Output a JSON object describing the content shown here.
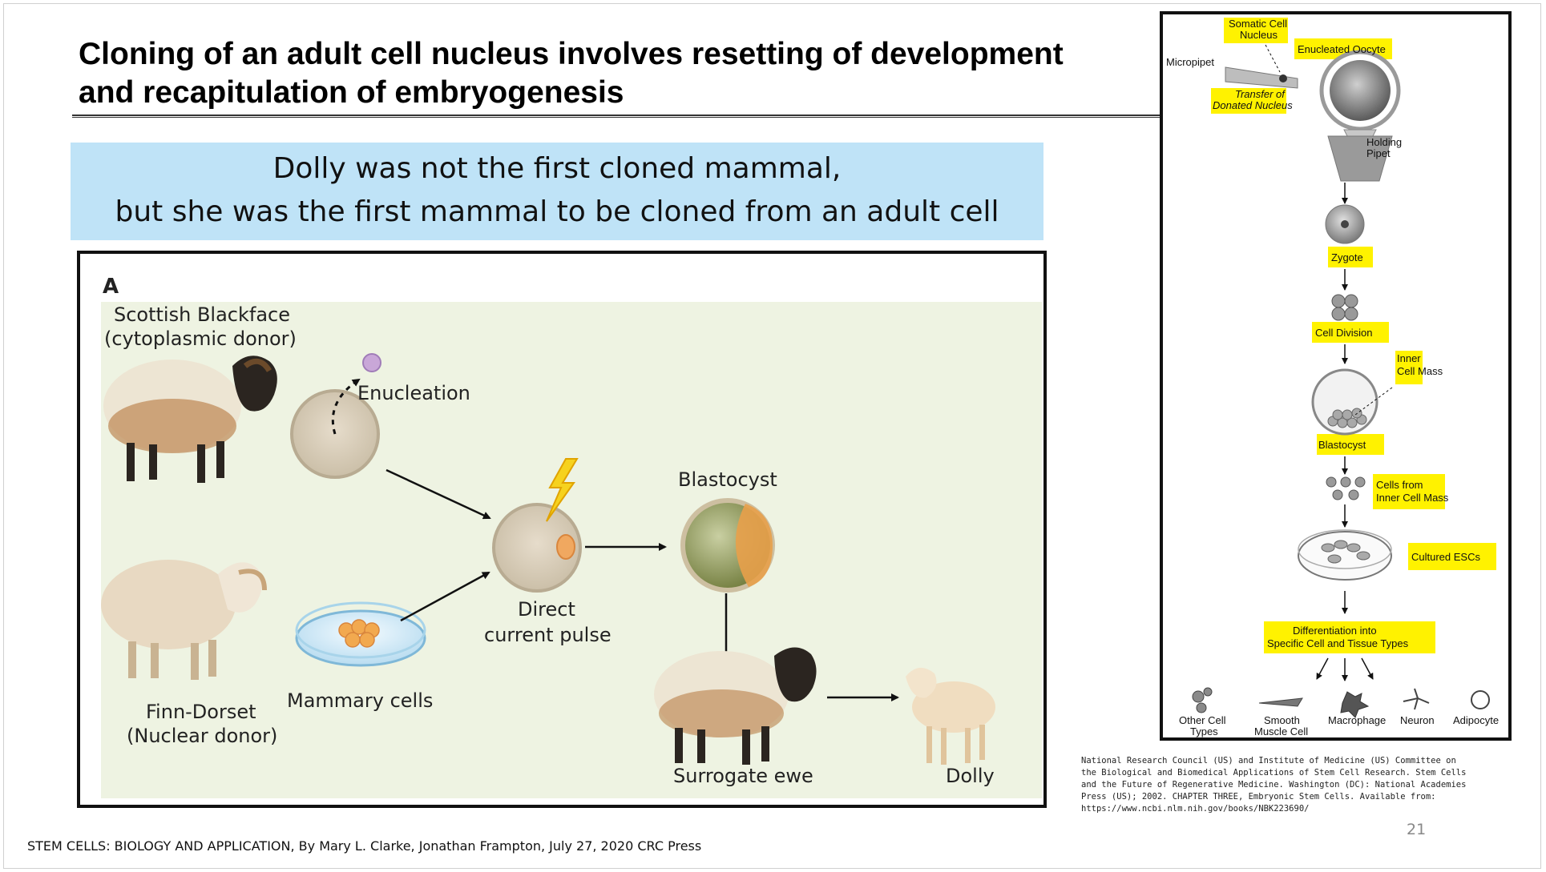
{
  "slide": {
    "title_line1": "Cloning of an adult cell nucleus involves resetting of development",
    "title_line2": "and recapitulation of embryogenesis",
    "callout_line1": "Dolly was not the first cloned mammal,",
    "callout_line2": "but she was the first mammal to be cloned from an adult cell",
    "page_number": "21",
    "footer": "STEM CELLS: BIOLOGY AND APPLICATION, By Mary L. Clarke, Jonathan Frampton, July 27, 2020 CRC Press"
  },
  "left_figure": {
    "panel_letter": "A",
    "donor1_line1": "Scottish Blackface",
    "donor1_line2": "(cytoplasmic donor)",
    "enucleation": "Enucleation",
    "blastocyst": "Blastocyst",
    "pulse_line1": "Direct",
    "pulse_line2": "current pulse",
    "mammary": "Mammary cells",
    "donor2_line1": "Finn-Dorset",
    "donor2_line2": "(Nuclear donor)",
    "surrogate": "Surrogate ewe",
    "dolly": "Dolly"
  },
  "right_figure": {
    "somatic_line1": "Somatic Cell",
    "somatic_line2": "Nucleus",
    "enucleated": "Enucleated Oocyte",
    "micropipet": "Micropipet",
    "transfer_line1": "Transfer of",
    "transfer_line2": "Donated Nucleus",
    "holding_line1": "Holding",
    "holding_line2": "Pipet",
    "zygote": "Zygote",
    "cell_division": "Cell Division",
    "icm_line1": "Inner",
    "icm_line2": "Cell Mass",
    "blastocyst": "Blastocyst",
    "cells_line1": "Cells from",
    "cells_line2": "Inner Cell Mass",
    "cultured": "Cultured ESCs",
    "diff_line1": "Differentiation into",
    "diff_line2": "Specific Cell and Tissue Types",
    "other_line1": "Other Cell",
    "other_line2": "Types",
    "smooth_line1": "Smooth",
    "smooth_line2": "Muscle Cell",
    "macrophage": "Macrophage",
    "neuron": "Neuron",
    "adipocyte": "Adipocyte"
  },
  "reference": {
    "line1": "National Research Council (US) and Institute of Medicine (US) Committee on",
    "line2": "the Biological and Biomedical Applications of Stem Cell Research. Stem Cells",
    "line3": "and the Future of Regenerative Medicine. Washington (DC): National Academies",
    "line4": "Press (US); 2002. CHAPTER THREE, Embryonic Stem Cells. Available from:",
    "line5": "https://www.ncbi.nlm.nih.gov/books/NBK223690/"
  },
  "colors": {
    "callout_bg": "#bfe3f7",
    "figure_bg": "#eef3e2",
    "highlight": "#fff200",
    "arrow": "#111111"
  }
}
